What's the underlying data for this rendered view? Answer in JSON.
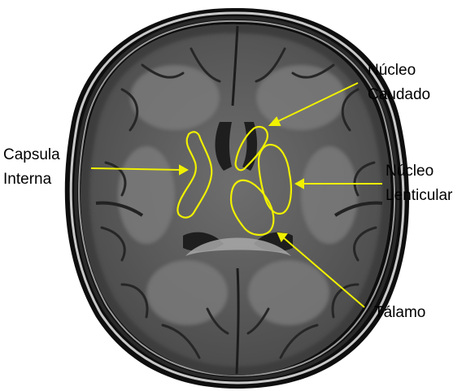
{
  "diagram": {
    "colors": {
      "background": "#ffffff",
      "annotation": "#f0f000",
      "label_text": "#000000",
      "tissue_dark": "#2a2a2a",
      "tissue_mid": "#5c5c5c",
      "tissue_light": "#8a8a8a",
      "scalp_light": "#d8d8d8"
    },
    "labels": {
      "capsula_line1": "Capsula",
      "capsula_line2": "Interna",
      "caudado_line1": "Núcleo",
      "caudado_line2": "Caudado",
      "lenticular_line1": "Núcleo",
      "lenticular_line2": "Lenticular",
      "talamo": "Tálamo"
    }
  }
}
